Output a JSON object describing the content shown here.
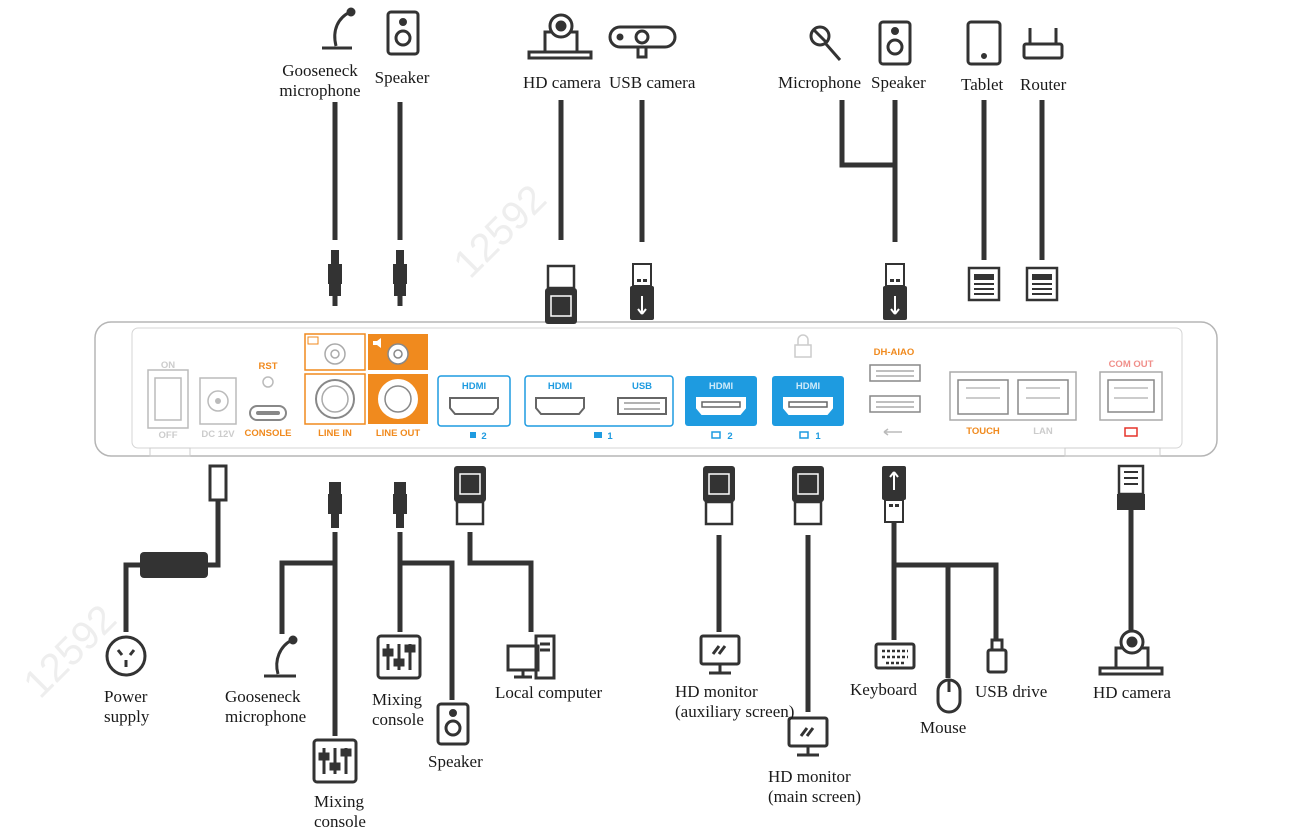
{
  "colors": {
    "orange": "#F08A1E",
    "blue": "#1E9BE0",
    "cable": "#333333",
    "panel_stroke": "#b5b5b5",
    "faded": "#bbbbbb",
    "red": "#e5332a"
  },
  "top_devices": {
    "gooseneck_mic": [
      "Gooseneck",
      "microphone"
    ],
    "speaker_1": "Speaker",
    "hd_camera": "HD camera",
    "usb_camera": "USB camera",
    "microphone": "Microphone",
    "speaker_2": "Speaker",
    "tablet": "Tablet",
    "router": "Router"
  },
  "bottom_devices": {
    "power_supply": [
      "Power",
      "supply"
    ],
    "gooseneck_mic": [
      "Gooseneck",
      "microphone"
    ],
    "mixing_console_1": [
      "Mixing",
      "console"
    ],
    "mixing_console_2": [
      "Mixing",
      "console"
    ],
    "speaker": "Speaker",
    "local_computer": "Local computer",
    "hd_monitor_aux": [
      "HD monitor",
      "(auxiliary screen)"
    ],
    "hd_monitor_main": [
      "HD monitor",
      "(main screen)"
    ],
    "keyboard": "Keyboard",
    "mouse": "Mouse",
    "usb_drive": "USB drive",
    "hd_camera": "HD camera"
  },
  "panel": {
    "switch_on": "ON",
    "switch_off": "OFF",
    "power_label": "DC 12V",
    "rst": "RST",
    "console": "CONSOLE",
    "line_in": "LINE IN",
    "line_out": "LINE OUT",
    "hdmi_in_2": "HDMI",
    "hdmi_in_2_num": "2",
    "hdmi_in_1": "HDMI",
    "usb_in_1": "USB",
    "input_1_num": "1",
    "hdmi_out_2": "HDMI",
    "hdmi_out_2_num": "2",
    "hdmi_out_1": "HDMI",
    "hdmi_out_1_num": "1",
    "dh_aiao": "DH-AIAO",
    "touch": "TOUCH",
    "lan": "LAN",
    "com_out": "COM OUT"
  },
  "watermark": "12592"
}
